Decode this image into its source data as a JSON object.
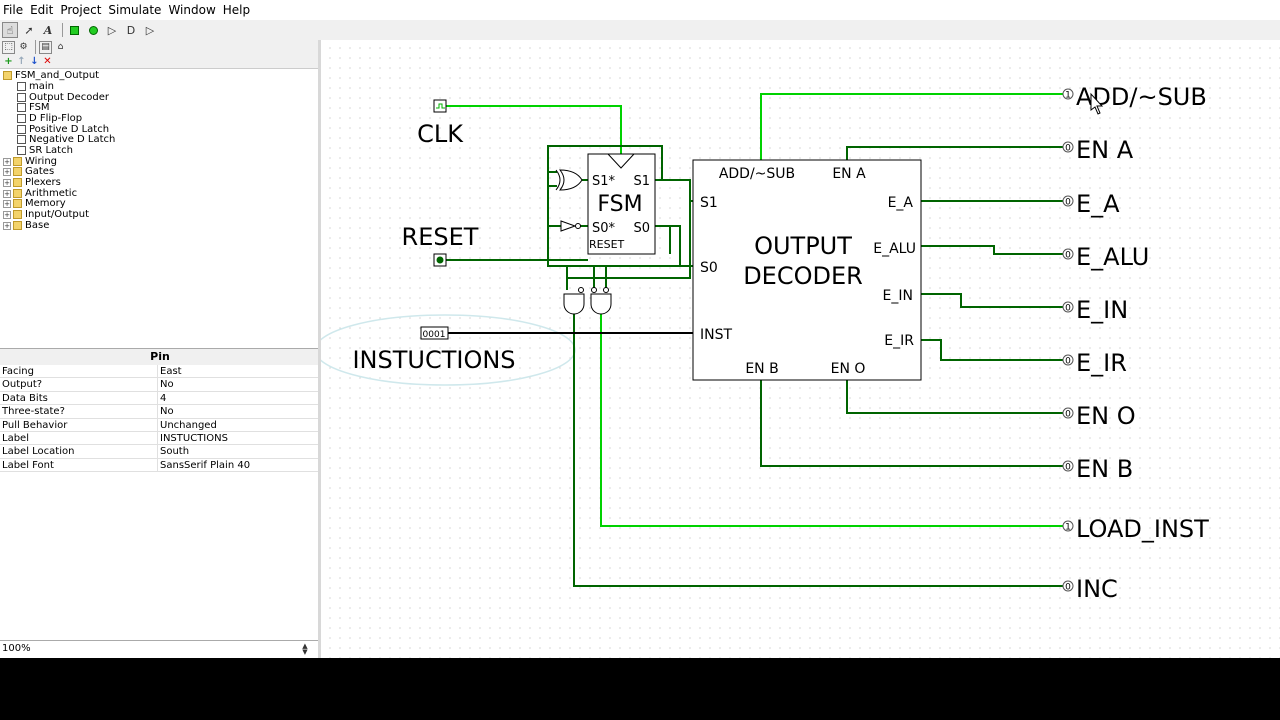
{
  "menu": [
    "File",
    "Edit",
    "Project",
    "Simulate",
    "Window",
    "Help"
  ],
  "explorer": {
    "project": "FSM_and_Output",
    "circuits": [
      "main",
      "Output Decoder",
      "FSM",
      "D Flip-Flop",
      "Positive D Latch",
      "Negative D Latch",
      "SR Latch"
    ],
    "libraries": [
      "Wiring",
      "Gates",
      "Plexers",
      "Arithmetic",
      "Memory",
      "Input/Output",
      "Base"
    ]
  },
  "properties": {
    "title": "Pin",
    "rows": [
      {
        "key": "Facing",
        "value": "East"
      },
      {
        "key": "Output?",
        "value": "No"
      },
      {
        "key": "Data Bits",
        "value": "4"
      },
      {
        "key": "Three-state?",
        "value": "No"
      },
      {
        "key": "Pull Behavior",
        "value": "Unchanged"
      },
      {
        "key": "Label",
        "value": "INSTUCTIONS"
      },
      {
        "key": "Label Location",
        "value": "South"
      },
      {
        "key": "Label Font",
        "value": "SansSerif Plain 40"
      }
    ]
  },
  "zoom": "100%",
  "colors": {
    "wire_high": "#00d200",
    "wire_low": "#006400",
    "wire_bus": "#000000"
  },
  "circuit": {
    "clk_label": "CLK",
    "reset_label": "RESET",
    "inst_label": "INSTUCTIONS",
    "inst_value": "0001",
    "fsm": {
      "title": "FSM",
      "s1_in": "S1*",
      "s1_out": "S1",
      "s0_in": "S0*",
      "s0_out": "S0",
      "reset": "RESET"
    },
    "decoder": {
      "title_line1": "OUTPUT",
      "title_line2": "DECODER",
      "add_sub": "ADD/~SUB",
      "en_a": "EN A",
      "s1": "S1",
      "s0": "S0",
      "inst": "INST",
      "e_a": "E_A",
      "e_alu": "E_ALU",
      "e_in": "E_IN",
      "e_ir": "E_IR",
      "en_b": "EN B",
      "en_o": "EN O"
    },
    "outputs": [
      {
        "label": "ADD/~SUB",
        "value": "1"
      },
      {
        "label": "EN A",
        "value": "0"
      },
      {
        "label": "E_A",
        "value": "0"
      },
      {
        "label": "E_ALU",
        "value": "0"
      },
      {
        "label": "E_IN",
        "value": "0"
      },
      {
        "label": "E_IR",
        "value": "0"
      },
      {
        "label": "EN O",
        "value": "0"
      },
      {
        "label": "EN B",
        "value": "0"
      },
      {
        "label": "LOAD_INST",
        "value": "1"
      },
      {
        "label": "INC",
        "value": "0"
      }
    ]
  }
}
